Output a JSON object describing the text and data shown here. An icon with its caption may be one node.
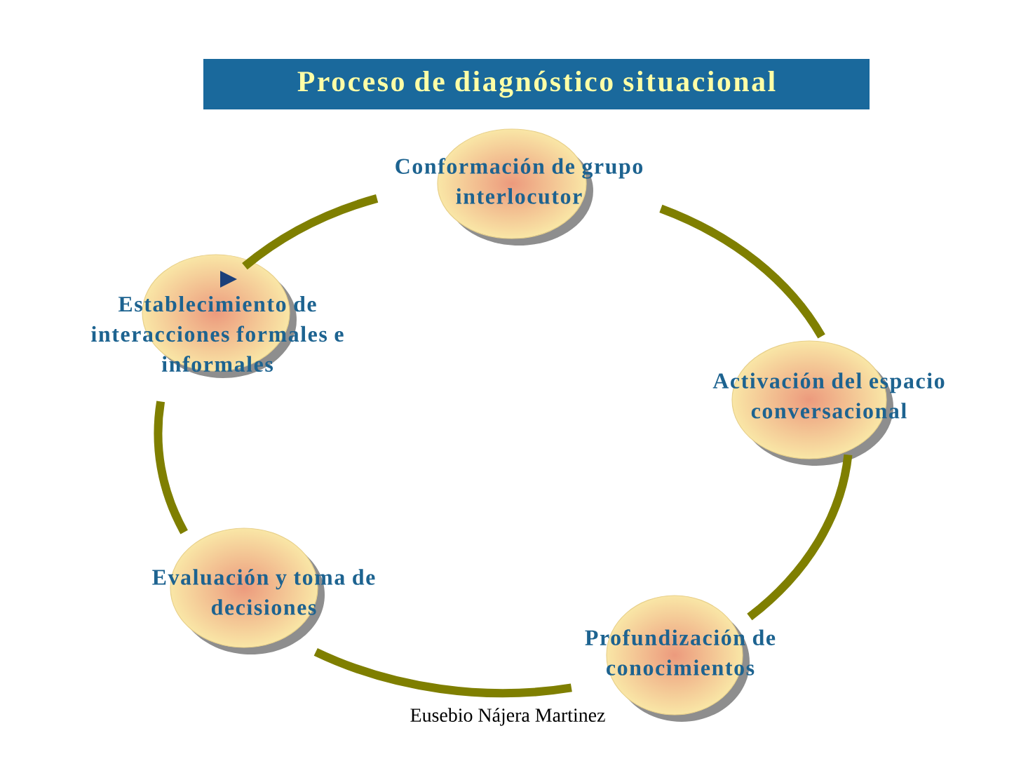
{
  "diagram": {
    "title": "Proceso de diagnóstico situacional",
    "nodes": [
      {
        "text": [
          "Conformación de grupo interlocutor"
        ]
      },
      {
        "text": [
          "Activación del espacio conversacional"
        ]
      },
      {
        "text": [
          "Profundización de conocimientos"
        ]
      },
      {
        "text": [
          "Evaluación y toma de decisiones"
        ]
      },
      {
        "text": [
          "Establecimiento de interacciones formales e informales"
        ]
      }
    ],
    "edges": [
      {
        "from": 0,
        "to": 1,
        "arrow": "none"
      },
      {
        "from": 1,
        "to": 2,
        "arrow": "none"
      },
      {
        "from": 2,
        "to": 3,
        "arrow": "none"
      },
      {
        "from": 3,
        "to": 4,
        "arrow": "none"
      },
      {
        "from": 4,
        "to": 0,
        "arrow": "none"
      }
    ],
    "labels": [
      "Eusebio Nájera Martinez"
    ]
  }
}
